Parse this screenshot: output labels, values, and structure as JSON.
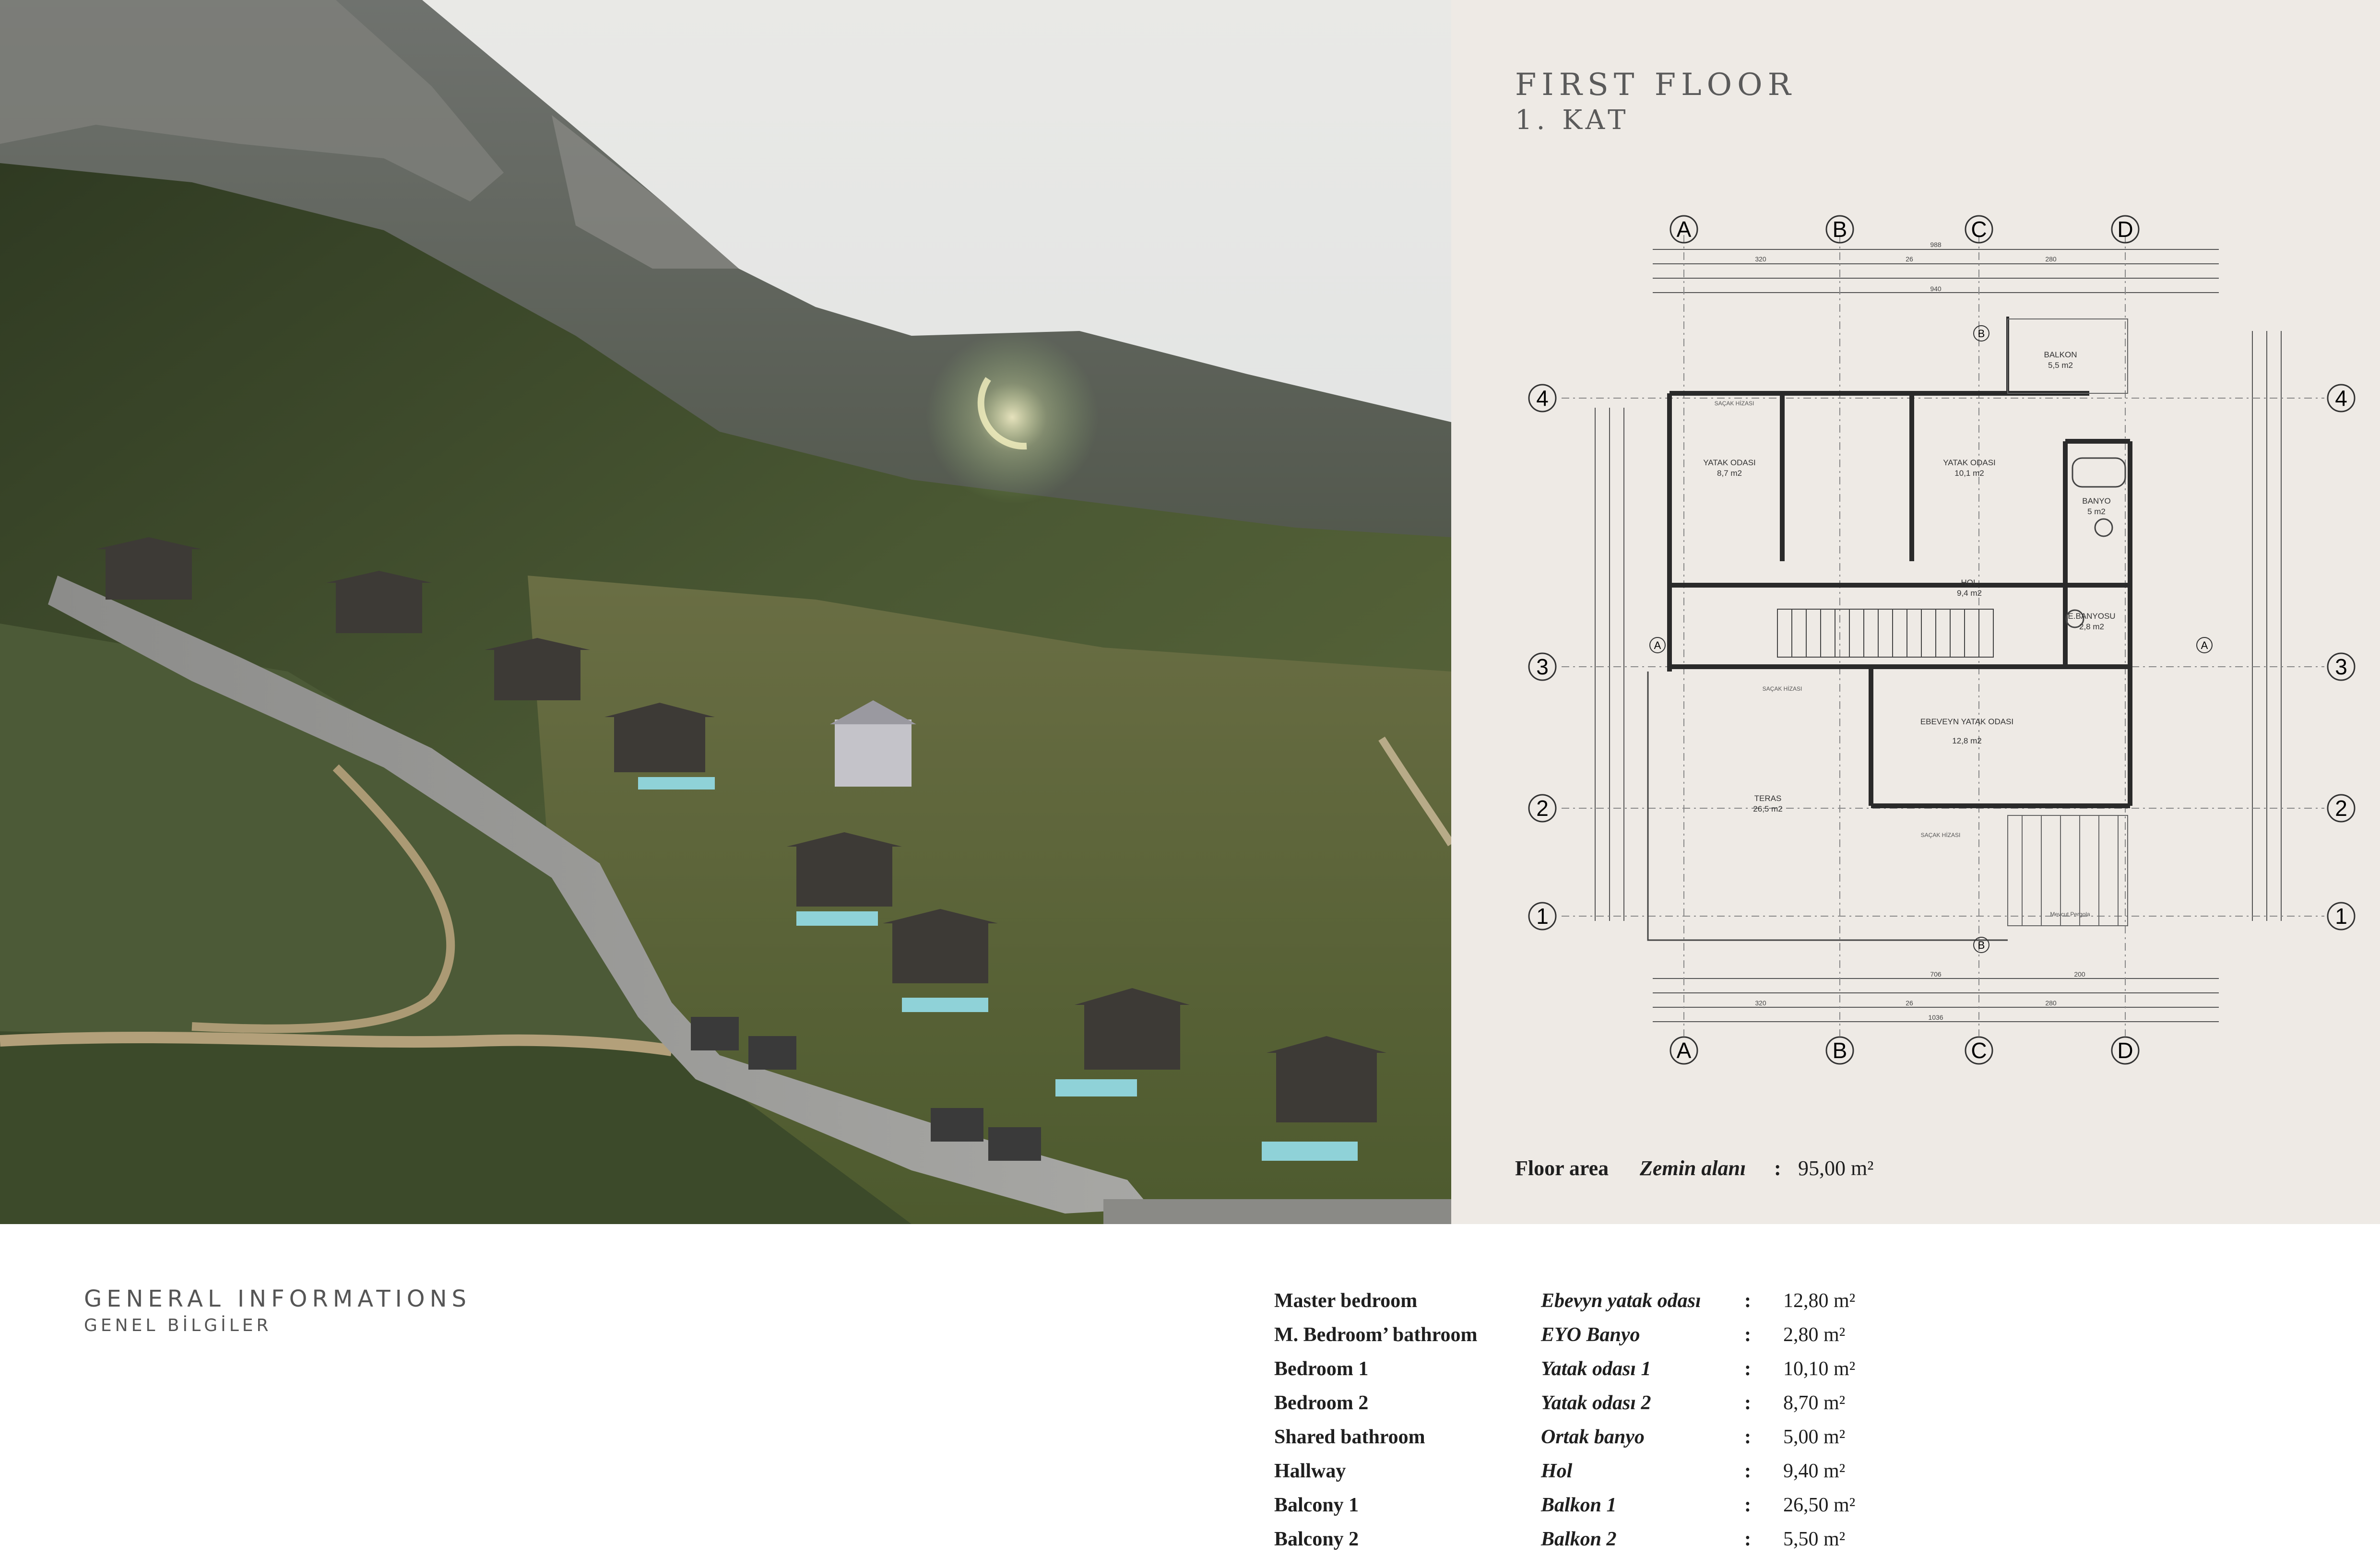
{
  "floor": {
    "title": "FIRST FLOOR",
    "subtitle": "1. KAT"
  },
  "floor_area": {
    "label_en": "Floor area",
    "label_tr": "Zemin alanı",
    "separator": ":",
    "value": "95,00 m²"
  },
  "plan": {
    "grid_letters": [
      "A",
      "B",
      "C",
      "D"
    ],
    "grid_numbers": [
      "4",
      "3",
      "2",
      "1"
    ],
    "side_marker": "A",
    "section_marker": "B",
    "rooms": [
      {
        "name": "YATAK ODASI",
        "area": "8,7 m2"
      },
      {
        "name": "YATAK ODASI",
        "area": "10,1 m2"
      },
      {
        "name": "BALKON",
        "area": "5,5 m2"
      },
      {
        "name": "BANYO",
        "area": "5 m2"
      },
      {
        "name": "HOL",
        "area": "9,4 m2"
      },
      {
        "name": "E.BANYOSU",
        "area": "2,8 m2"
      },
      {
        "name": "EBEVEYN YATAK ODASI",
        "area": "12,8 m2"
      },
      {
        "name": "TERAS",
        "area": "26,5 m2"
      }
    ],
    "labels": {
      "eave": "SAÇAK HİZASI",
      "pergola": "Mevcut Pergola"
    },
    "top_dims": [
      "988",
      "320",
      "26",
      "280",
      "940"
    ],
    "bottom_dims": [
      "706",
      "320",
      "26",
      "280",
      "200",
      "1036"
    ]
  },
  "general": {
    "title": "GENERAL INFORMATIONS",
    "subtitle": "GENEL BİLGİLER"
  },
  "rooms_table": [
    {
      "en": "Master bedroom",
      "tr": "Ebevyn yatak odası",
      "sep": ":",
      "value": "12,80 m²"
    },
    {
      "en": "M. Bedroom’ bathroom",
      "tr": "EYO Banyo",
      "sep": ":",
      "value": "2,80 m²"
    },
    {
      "en": "Bedroom 1",
      "tr": "Yatak odası 1",
      "sep": ":",
      "value": "10,10 m²"
    },
    {
      "en": "Bedroom 2",
      "tr": "Yatak odası 2",
      "sep": ":",
      "value": "8,70 m²"
    },
    {
      "en": "Shared bathroom",
      "tr": "Ortak banyo",
      "sep": ":",
      "value": "5,00 m²"
    },
    {
      "en": "Hallway",
      "tr": "Hol",
      "sep": ":",
      "value": "9,40 m²"
    },
    {
      "en": "Balcony 1",
      "tr": "Balkon 1",
      "sep": ":",
      "value": "26,50 m²"
    },
    {
      "en": "Balcony 2",
      "tr": "Balkon 2",
      "sep": ":",
      "value": "5,50 m²"
    }
  ]
}
